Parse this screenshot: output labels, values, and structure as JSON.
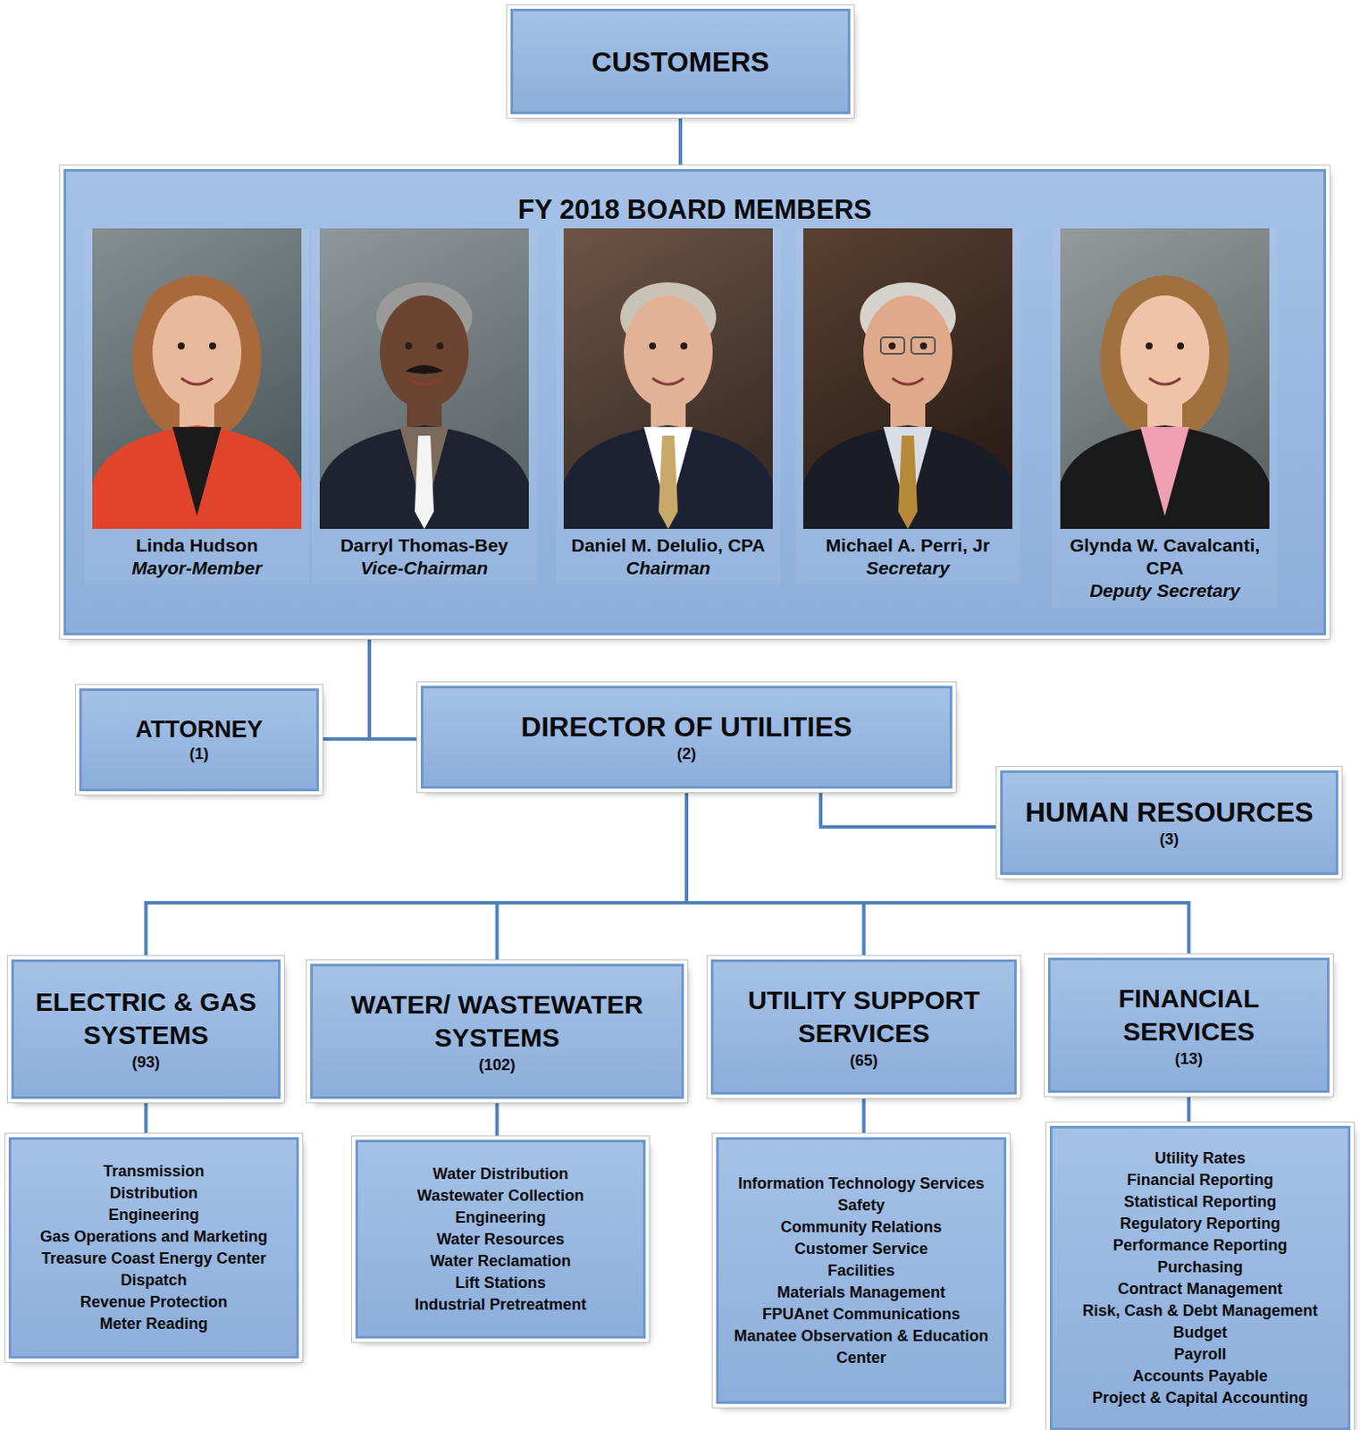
{
  "diagram": {
    "nodes": [
      {
        "text": [
          "CUSTOMERS"
        ]
      },
      {
        "text": [
          "FY 2018 BOARD MEMBERS"
        ]
      },
      {
        "text": [
          "Linda Hudson",
          "Mayor-Member"
        ],
        "in": 1
      },
      {
        "text": [
          "Darryl Thomas-Bey",
          "Vice-Chairman"
        ],
        "in": 1
      },
      {
        "text": [
          "Daniel M. DeIulio, CPA",
          "Chairman"
        ],
        "in": 1
      },
      {
        "text": [
          "Michael A. Perri, Jr",
          "Secretary"
        ],
        "in": 1
      },
      {
        "text": [
          "Glynda W. Cavalcanti, CPA",
          "Deputy Secretary"
        ],
        "in": 1
      },
      {
        "text": [
          "ATTORNEY",
          "(1)"
        ]
      },
      {
        "text": [
          "DIRECTOR OF UTILITIES",
          "(2)"
        ]
      },
      {
        "text": [
          "HUMAN RESOURCES",
          "(3)"
        ]
      },
      {
        "text": [
          "ELECTRIC & GAS SYSTEMS",
          "(93)"
        ]
      },
      {
        "text": [
          "WATER/ WASTEWATER SYSTEMS",
          "(102)"
        ]
      },
      {
        "text": [
          "UTILITY SUPPORT SERVICES",
          "(65)"
        ]
      },
      {
        "text": [
          "FINANCIAL SERVICES",
          "(13)"
        ]
      },
      {
        "text": [
          "Transmission",
          "Distribution",
          "Engineering",
          "Gas Operations and Marketing",
          "Treasure Coast Energy Center",
          "Dispatch",
          "Revenue Protection",
          "Meter Reading"
        ]
      },
      {
        "text": [
          "Water Distribution",
          "Wastewater Collection",
          "Engineering",
          "Water Resources",
          "Water Reclamation",
          "Lift Stations",
          "Industrial Pretreatment"
        ]
      },
      {
        "text": [
          "Information Technology Services",
          "Safety",
          "Community Relations",
          "Customer Service",
          "Facilities",
          "Materials Management",
          "FPUAnet Communications",
          "Manatee Observation & Education Center"
        ]
      },
      {
        "text": [
          "Utility Rates",
          "Financial Reporting",
          "Statistical Reporting",
          "Regulatory Reporting",
          "Performance Reporting",
          "Purchasing",
          "Contract Management",
          "Risk, Cash & Debt Management",
          "Budget",
          "Payroll",
          "Accounts Payable",
          "Project & Capital Accounting"
        ]
      }
    ],
    "edges": [
      {
        "from": 0,
        "to": 1,
        "arrow": "none"
      },
      {
        "from": 1,
        "to": 7,
        "arrow": "none"
      },
      {
        "from": 1,
        "to": 8,
        "arrow": "none"
      },
      {
        "from": 8,
        "to": 9,
        "arrow": "none"
      },
      {
        "from": 8,
        "to": 10,
        "arrow": "none"
      },
      {
        "from": 8,
        "to": 11,
        "arrow": "none"
      },
      {
        "from": 8,
        "to": 12,
        "arrow": "none"
      },
      {
        "from": 8,
        "to": 13,
        "arrow": "none"
      },
      {
        "from": 10,
        "to": 14,
        "arrow": "none"
      },
      {
        "from": 11,
        "to": 15,
        "arrow": "none"
      },
      {
        "from": 12,
        "to": 16,
        "arrow": "none"
      },
      {
        "from": 13,
        "to": 17,
        "arrow": "none"
      }
    ]
  }
}
